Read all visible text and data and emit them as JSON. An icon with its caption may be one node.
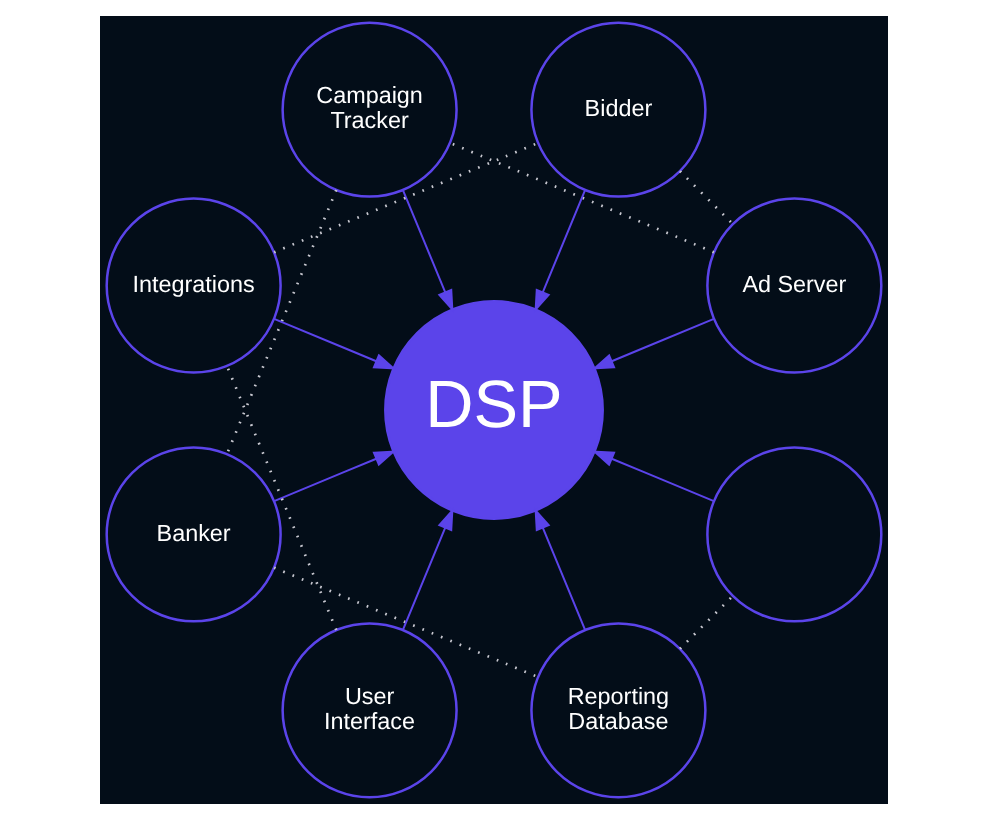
{
  "diagram": {
    "nodes": [
      {
        "text": [
          "Ad Server"
        ]
      },
      {
        "text": [
          "Bidder"
        ]
      },
      {
        "text": [
          "Campaign Tracker"
        ]
      },
      {
        "text": [
          "Integrations"
        ]
      },
      {
        "text": [
          "DSP"
        ]
      },
      {
        "text": [
          "Banker"
        ]
      },
      {
        "text": [
          "User Interface"
        ]
      },
      {
        "text": [
          "Reporting Database"
        ]
      },
      {
        "text": [],
        "shape": "circle"
      }
    ],
    "edges": [
      {
        "from": 0,
        "to": 4,
        "arrow": "to"
      },
      {
        "from": 2,
        "to": 4,
        "arrow": "to"
      },
      {
        "from": 5,
        "to": 4,
        "arrow": "to"
      },
      {
        "from": 7,
        "to": 4,
        "arrow": "to"
      },
      {
        "from": 8,
        "to": 4,
        "arrow": "to"
      },
      {
        "from": 6,
        "to": 4,
        "arrow": "to"
      },
      {
        "from": 3,
        "to": 4,
        "arrow": "to"
      },
      {
        "from": 1,
        "to": 4,
        "arrow": "to"
      },
      {
        "from": 1,
        "to": 0,
        "arrow": "none",
        "style": "dashed",
        "color": "#c8c8d0"
      },
      {
        "from": 0,
        "to": 2,
        "arrow": "none",
        "style": "dashed",
        "color": "#c8c8d0"
      },
      {
        "from": 2,
        "to": 5,
        "arrow": "none",
        "style": "dashed",
        "color": "#c8c8d0"
      },
      {
        "from": 5,
        "to": 7,
        "arrow": "none",
        "style": "dashed",
        "color": "#c8c8d0"
      },
      {
        "from": 7,
        "to": 8,
        "arrow": "none",
        "style": "dashed",
        "color": "#c8c8d0"
      },
      {
        "from": 6,
        "to": 3,
        "arrow": "none",
        "style": "dashed",
        "color": "#c8c8d0"
      },
      {
        "from": 3,
        "to": 1,
        "arrow": "none",
        "style": "dashed",
        "color": "#c8c8d0"
      }
    ]
  }
}
